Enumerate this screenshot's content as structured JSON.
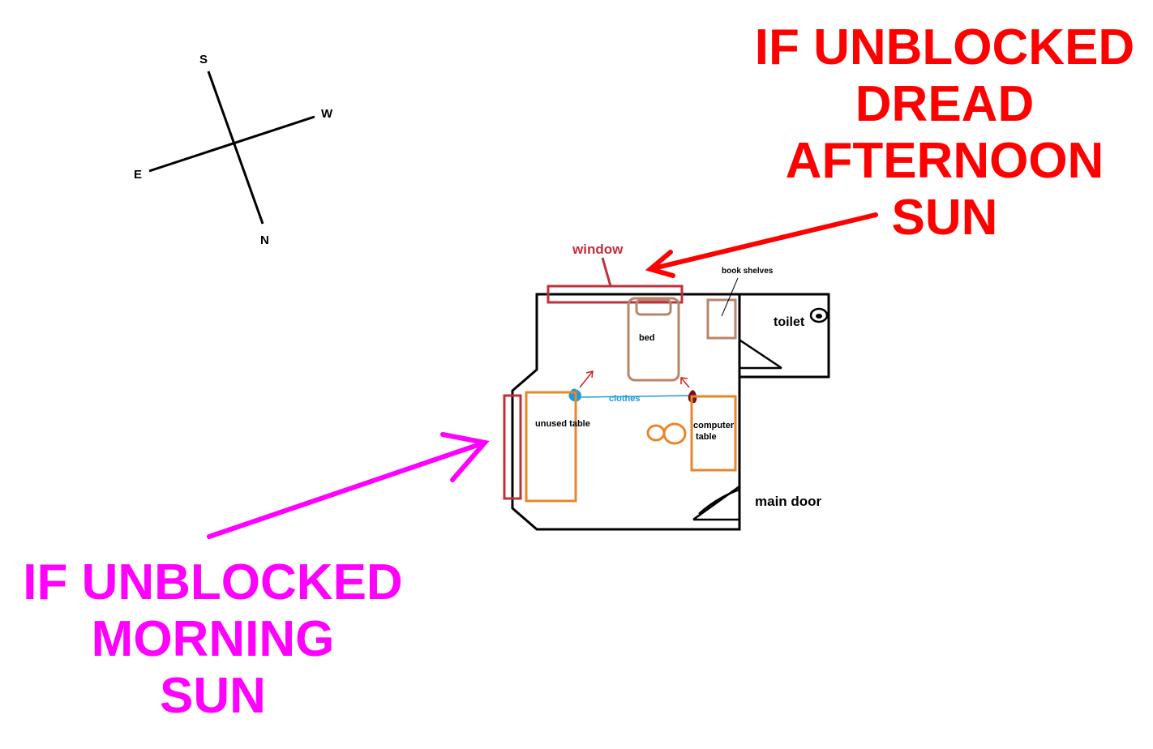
{
  "compass": {
    "north": "N",
    "south": "S",
    "east": "E",
    "west": "W"
  },
  "labels": {
    "window": "window",
    "book_shelves": "book shelves",
    "bed": "bed",
    "toilet": "toilet",
    "clothes": "clothes",
    "unused_table": "unused table",
    "computer_table_line1": "computer",
    "computer_table_line2": "table",
    "main_door": "main door"
  },
  "callouts": {
    "afternoon": {
      "line1": "IF UNBLOCKED",
      "line2": "DREAD",
      "line3": "AFTERNOON",
      "line4": "SUN",
      "color": "#ff0000"
    },
    "morning": {
      "line1": "IF UNBLOCKED",
      "line2": "MORNING",
      "line3": "SUN",
      "color": "#ff00ff"
    }
  },
  "colors": {
    "wall": "#000000",
    "window": "#c0303a",
    "bed": "#b9856a",
    "table": "#e8862a",
    "clothes": "#1e9bd6",
    "clothes_right": "#7a1010",
    "small_arrow": "#d42020"
  }
}
